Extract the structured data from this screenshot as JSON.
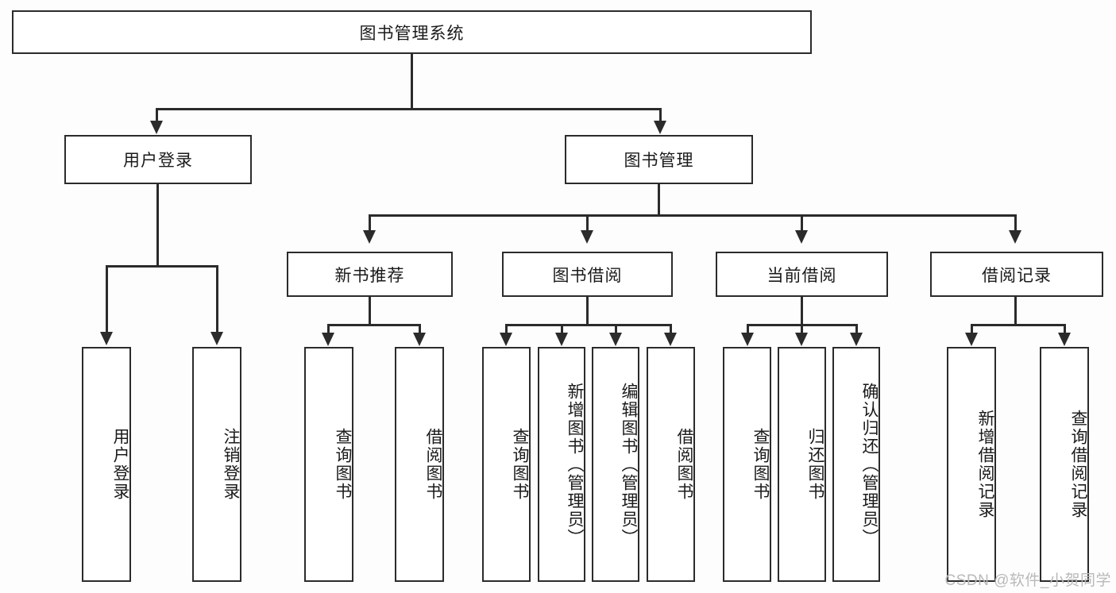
{
  "diagram": {
    "title": "图书管理系统",
    "watermark": "CSDN @软件_小贺同学",
    "line_color": "#2b2b2b",
    "box_fill": "#ffffff",
    "background": "#fdfdfd"
  },
  "chart_data": {
    "type": "diagram",
    "subtype": "tree-hierarchy",
    "title": "图书管理系统",
    "orientation": "top-down",
    "levels": 4,
    "nodes": [
      {
        "id": "root",
        "label": "图书管理系统",
        "level": 0,
        "parent": null,
        "text_orientation": "horizontal"
      },
      {
        "id": "login",
        "label": "用户登录",
        "level": 1,
        "parent": "root",
        "text_orientation": "horizontal"
      },
      {
        "id": "bookmgmt",
        "label": "图书管理",
        "level": 1,
        "parent": "root",
        "text_orientation": "horizontal"
      },
      {
        "id": "newbooks",
        "label": "新书推荐",
        "level": 2,
        "parent": "bookmgmt",
        "text_orientation": "horizontal"
      },
      {
        "id": "borrow",
        "label": "图书借阅",
        "level": 2,
        "parent": "bookmgmt",
        "text_orientation": "horizontal"
      },
      {
        "id": "current",
        "label": "当前借阅",
        "level": 2,
        "parent": "bookmgmt",
        "text_orientation": "horizontal"
      },
      {
        "id": "records",
        "label": "借阅记录",
        "level": 2,
        "parent": "bookmgmt",
        "text_orientation": "horizontal"
      },
      {
        "id": "leaf-1-1",
        "label": "用户登录",
        "level": 3,
        "parent": "login",
        "text_orientation": "vertical"
      },
      {
        "id": "leaf-1-2",
        "label": "注销登录",
        "level": 3,
        "parent": "login",
        "text_orientation": "vertical"
      },
      {
        "id": "leaf-2-1",
        "label": "查询图书",
        "level": 3,
        "parent": "newbooks",
        "text_orientation": "vertical"
      },
      {
        "id": "leaf-2-2",
        "label": "借阅图书",
        "level": 3,
        "parent": "newbooks",
        "text_orientation": "vertical"
      },
      {
        "id": "leaf-3-1",
        "label": "查询图书",
        "level": 3,
        "parent": "borrow",
        "text_orientation": "vertical"
      },
      {
        "id": "leaf-3-2",
        "label": "新增图书（管理员）",
        "level": 3,
        "parent": "borrow",
        "text_orientation": "vertical"
      },
      {
        "id": "leaf-3-3",
        "label": "编辑图书（管理员）",
        "level": 3,
        "parent": "borrow",
        "text_orientation": "vertical"
      },
      {
        "id": "leaf-3-4",
        "label": "借阅图书",
        "level": 3,
        "parent": "borrow",
        "text_orientation": "vertical"
      },
      {
        "id": "leaf-4-1",
        "label": "查询图书",
        "level": 3,
        "parent": "current",
        "text_orientation": "vertical"
      },
      {
        "id": "leaf-4-2",
        "label": "归还图书",
        "level": 3,
        "parent": "current",
        "text_orientation": "vertical"
      },
      {
        "id": "leaf-4-3",
        "label": "确认归还（管理员）",
        "level": 3,
        "parent": "current",
        "text_orientation": "vertical"
      },
      {
        "id": "leaf-5-1",
        "label": "新增借阅记录",
        "level": 3,
        "parent": "records",
        "text_orientation": "vertical"
      },
      {
        "id": "leaf-5-2",
        "label": "查询借阅记录",
        "level": 3,
        "parent": "records",
        "text_orientation": "vertical"
      }
    ],
    "edges": [
      {
        "from": "root",
        "to": "login"
      },
      {
        "from": "root",
        "to": "bookmgmt"
      },
      {
        "from": "bookmgmt",
        "to": "newbooks"
      },
      {
        "from": "bookmgmt",
        "to": "borrow"
      },
      {
        "from": "bookmgmt",
        "to": "current"
      },
      {
        "from": "bookmgmt",
        "to": "records"
      },
      {
        "from": "login",
        "to": "leaf-1-1"
      },
      {
        "from": "login",
        "to": "leaf-1-2"
      },
      {
        "from": "newbooks",
        "to": "leaf-2-1"
      },
      {
        "from": "newbooks",
        "to": "leaf-2-2"
      },
      {
        "from": "borrow",
        "to": "leaf-3-1"
      },
      {
        "from": "borrow",
        "to": "leaf-3-2"
      },
      {
        "from": "borrow",
        "to": "leaf-3-3"
      },
      {
        "from": "borrow",
        "to": "leaf-3-4"
      },
      {
        "from": "current",
        "to": "leaf-4-1"
      },
      {
        "from": "current",
        "to": "leaf-4-2"
      },
      {
        "from": "current",
        "to": "leaf-4-3"
      },
      {
        "from": "records",
        "to": "leaf-5-1"
      },
      {
        "from": "records",
        "to": "leaf-5-2"
      }
    ]
  }
}
